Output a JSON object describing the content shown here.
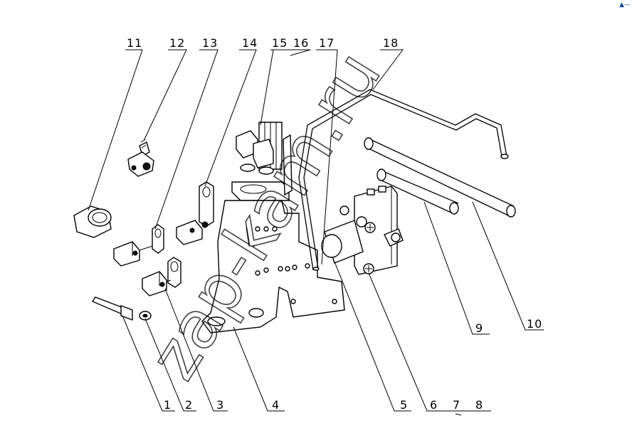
{
  "watermark": "zap-kam.ru",
  "corner_mark": "▲—",
  "callouts": {
    "top": [
      "11",
      "12",
      "13",
      "14",
      "15",
      "16",
      "17",
      "18"
    ],
    "bottom": [
      "1",
      "2",
      "3",
      "4",
      "5",
      "6",
      "7",
      "8"
    ],
    "right": [
      "9",
      "10"
    ]
  }
}
